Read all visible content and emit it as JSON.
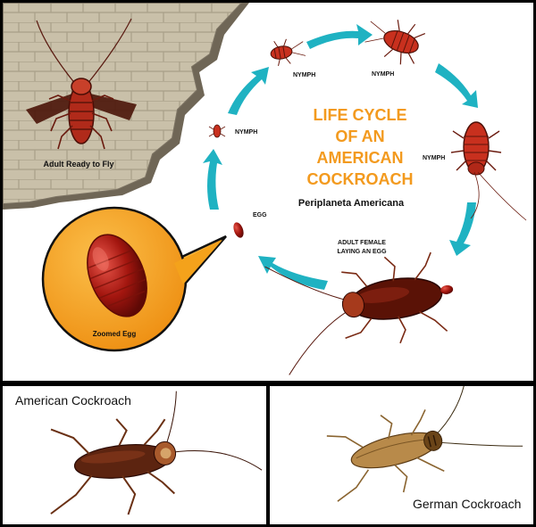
{
  "diagram": {
    "title_lines": [
      "LIFE CYCLE",
      "OF AN",
      "AMERICAN",
      "COCKROACH"
    ],
    "subtitle": "Periplaneta Americana",
    "labels": {
      "adult_fly": "Adult Ready to Fly",
      "nymph_top_left": "NYMPH",
      "nymph_top_right": "NYMPH",
      "nymph_right": "NYMPH",
      "nymph_left": "NYMPH",
      "egg": "EGG",
      "female_line1": "ADULT FEMALE",
      "female_line2": "LAYING AN EGG",
      "zoomed_egg": "Zoomed Egg"
    },
    "colors": {
      "title": "#f39a1e",
      "arrow": "#1fb2c2",
      "wall": "#c6bda6",
      "zoom_circle": "#f4a21b",
      "roach_red": "#b8261a"
    }
  },
  "photos": {
    "american_label": "American Cockroach",
    "german_label": "German Cockroach"
  }
}
